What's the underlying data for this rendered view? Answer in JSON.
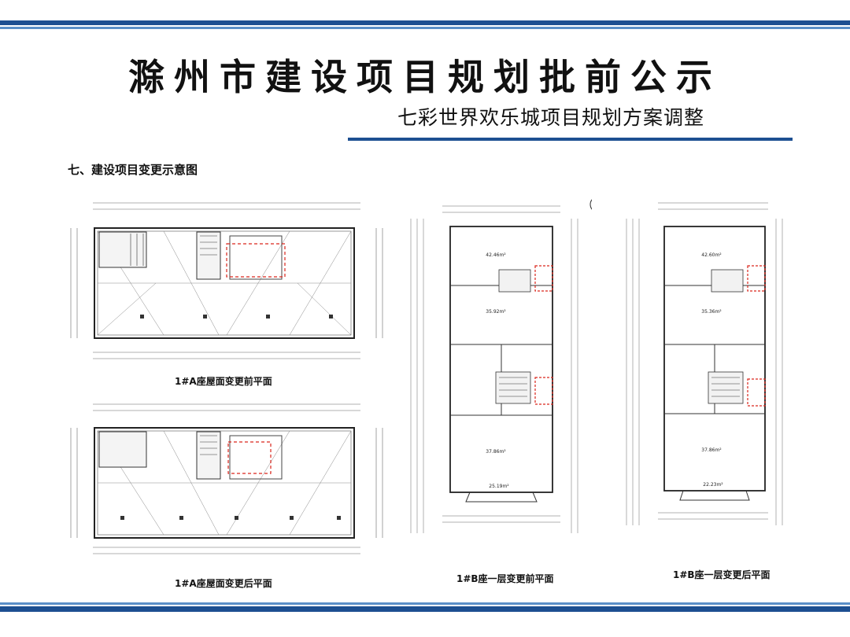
{
  "header": {
    "title": "滁州市建设项目规划批前公示",
    "subtitle": "七彩世界欢乐城项目规划方案调整"
  },
  "section": {
    "heading": "七、建设项目变更示意图"
  },
  "drawings": [
    {
      "caption": "1#A座屋面变更前平面"
    },
    {
      "caption": "1#A座屋面变更后平面"
    },
    {
      "caption": "1#B座一层变更前平面",
      "room_labels": [
        "42.46m²",
        "35.92m²",
        "37.86m²",
        "25.19m²"
      ]
    },
    {
      "caption": "1#B座一层变更后平面",
      "room_labels": [
        "42.60m²",
        "35.36m²",
        "37.86m²",
        "22.23m²"
      ]
    }
  ],
  "colors": {
    "band_dark": "#1d4f91",
    "band_light": "#5a8fc8",
    "highlight": "#d9261c",
    "line": "#444444"
  }
}
